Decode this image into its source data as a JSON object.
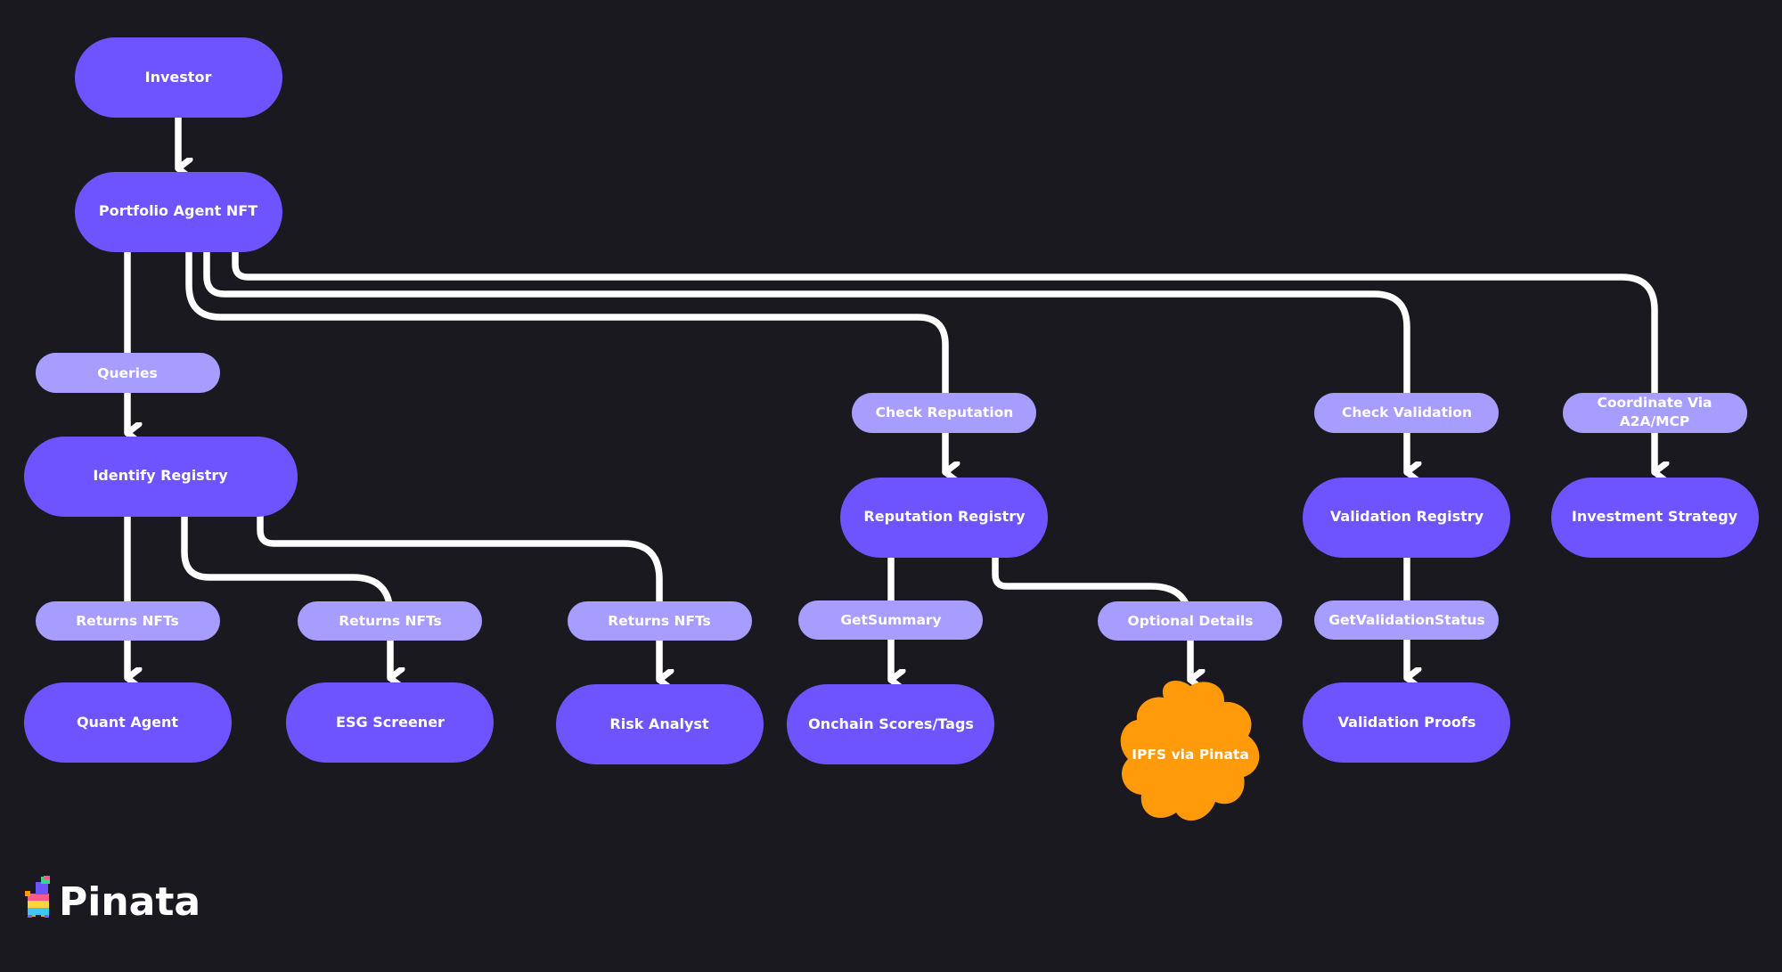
{
  "colors": {
    "background": "#1b1920",
    "node": "#6d54ff",
    "edge_label": "#a69dff",
    "cloud": "#ff9b0a",
    "connector": "#ffffff",
    "text": "#ffffff"
  },
  "nodes": {
    "investor": "Investor",
    "portfolio_agent": "Portfolio Agent NFT",
    "identify_registry": "Identify Registry",
    "quant_agent": "Quant Agent",
    "esg_screener": "ESG Screener",
    "risk_analyst": "Risk Analyst",
    "reputation_registry": "Reputation Registry",
    "onchain_scores": "Onchain Scores/Tags",
    "ipfs_pinata": "IPFS via Pinata",
    "validation_registry": "Validation Registry",
    "validation_proofs": "Validation Proofs",
    "investment_strategy": "Investment Strategy"
  },
  "edge_labels": {
    "queries": "Queries",
    "returns_1": "Returns NFTs",
    "returns_2": "Returns NFTs",
    "returns_3": "Returns NFTs",
    "check_reputation": "Check Reputation",
    "get_summary": "GetSummary",
    "optional_details": "Optional Details",
    "check_validation": "Check Validation",
    "get_validation_status": "GetValidationStatus",
    "coordinate_line1": "Coordinate Via",
    "coordinate_line2": "A2A/MCP"
  },
  "brand": {
    "name": "Pinata",
    "logo_icon": "pinata-llama-icon"
  }
}
